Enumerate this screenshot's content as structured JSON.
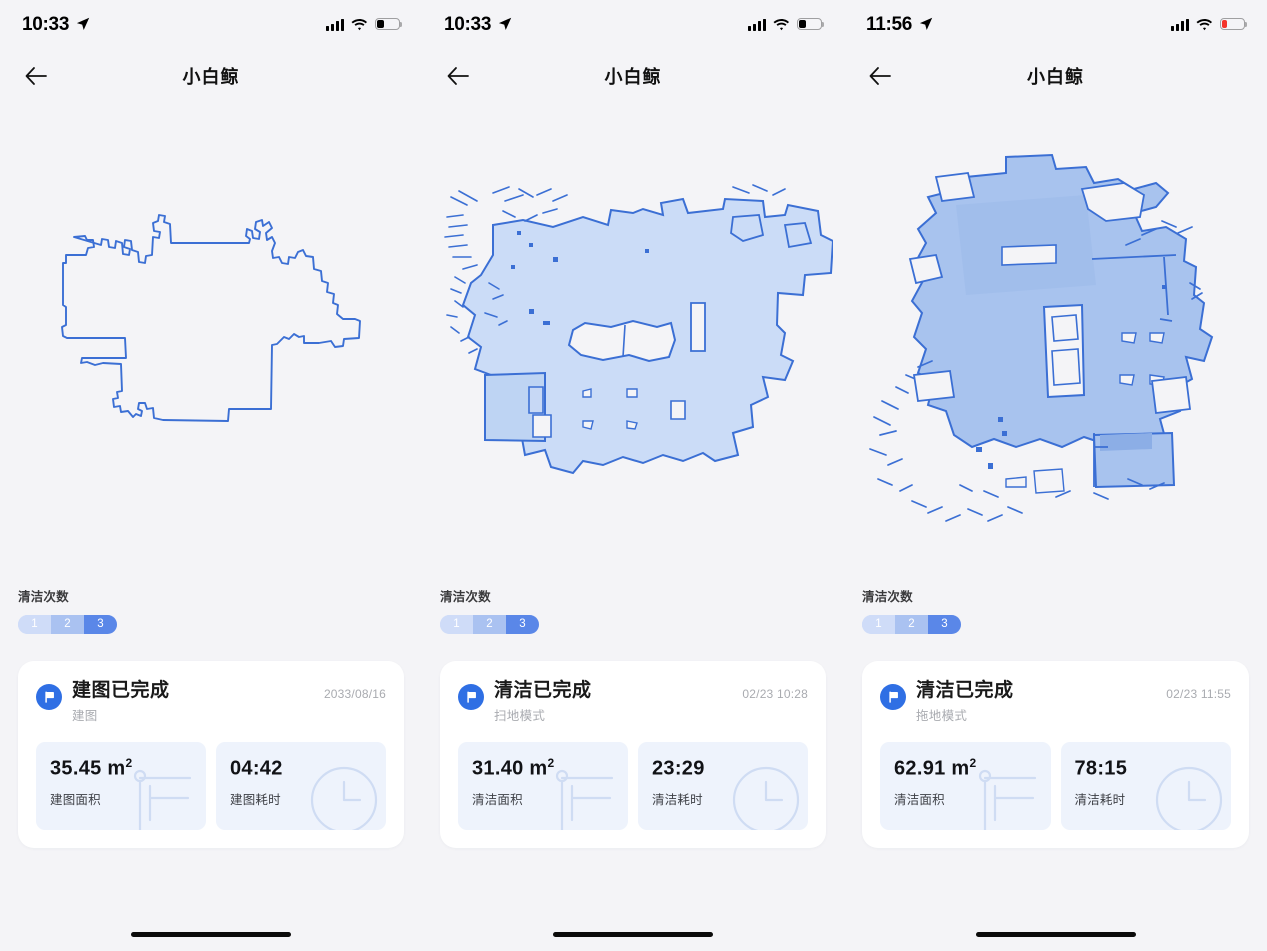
{
  "panels": [
    {
      "status": {
        "time": "10:33",
        "location_icon": "location-arrow-icon",
        "signal_icon": "cellular-signal-icon",
        "wifi_icon": "wifi-icon",
        "battery_icon": "battery-icon",
        "battery_level": 30,
        "battery_low": false
      },
      "nav": {
        "back_icon": "back-arrow-icon",
        "title": "小白鲸"
      },
      "map": {
        "type": "outline",
        "name": "floor-plan-outline"
      },
      "count": {
        "label": "清洁次数",
        "segments": [
          "1",
          "2",
          "3"
        ]
      },
      "record": {
        "icon": "flag-icon",
        "title": "建图已完成",
        "subtitle": "建图",
        "date": "2033/08/16",
        "metrics": [
          {
            "value": "35.45 m",
            "sup": "2",
            "label": "建图面积",
            "watermark": "area-flag-icon"
          },
          {
            "value": "04:42",
            "sup": "",
            "label": "建图耗时",
            "watermark": "clock-icon"
          }
        ]
      }
    },
    {
      "status": {
        "time": "10:33",
        "location_icon": "location-arrow-icon",
        "signal_icon": "cellular-signal-icon",
        "wifi_icon": "wifi-icon",
        "battery_icon": "battery-icon",
        "battery_level": 30,
        "battery_low": false
      },
      "nav": {
        "back_icon": "back-arrow-icon",
        "title": "小白鲸"
      },
      "map": {
        "type": "swept-light",
        "name": "cleaned-map-sweep"
      },
      "count": {
        "label": "清洁次数",
        "segments": [
          "1",
          "2",
          "3"
        ]
      },
      "record": {
        "icon": "flag-icon",
        "title": "清洁已完成",
        "subtitle": "扫地模式",
        "date": "02/23 10:28",
        "metrics": [
          {
            "value": "31.40 m",
            "sup": "2",
            "label": "清洁面积",
            "watermark": "area-flag-icon"
          },
          {
            "value": "23:29",
            "sup": "",
            "label": "清洁耗时",
            "watermark": "clock-icon"
          }
        ]
      }
    },
    {
      "status": {
        "time": "11:56",
        "location_icon": "location-arrow-icon",
        "signal_icon": "cellular-signal-icon",
        "wifi_icon": "wifi-icon",
        "battery_icon": "battery-icon",
        "battery_level": 18,
        "battery_low": true
      },
      "nav": {
        "back_icon": "back-arrow-icon",
        "title": "小白鲸"
      },
      "map": {
        "type": "swept-dark",
        "name": "cleaned-map-mop"
      },
      "count": {
        "label": "清洁次数",
        "segments": [
          "1",
          "2",
          "3"
        ]
      },
      "record": {
        "icon": "flag-icon",
        "title": "清洁已完成",
        "subtitle": "拖地模式",
        "date": "02/23 11:55",
        "metrics": [
          {
            "value": "62.91 m",
            "sup": "2",
            "label": "清洁面积",
            "watermark": "area-flag-icon"
          },
          {
            "value": "78:15",
            "sup": "",
            "label": "清洁耗时",
            "watermark": "clock-icon"
          }
        ]
      }
    }
  ],
  "colors": {
    "accent": "#2f6fe4",
    "map_stroke": "#3b6fd4",
    "map_fill_light": "#cbdcf7",
    "map_fill_dark": "#a8c3ee",
    "background": "#f4f4f7",
    "card": "#ffffff",
    "metric_bg": "#eef3fc",
    "battery_low": "#f4332a"
  }
}
